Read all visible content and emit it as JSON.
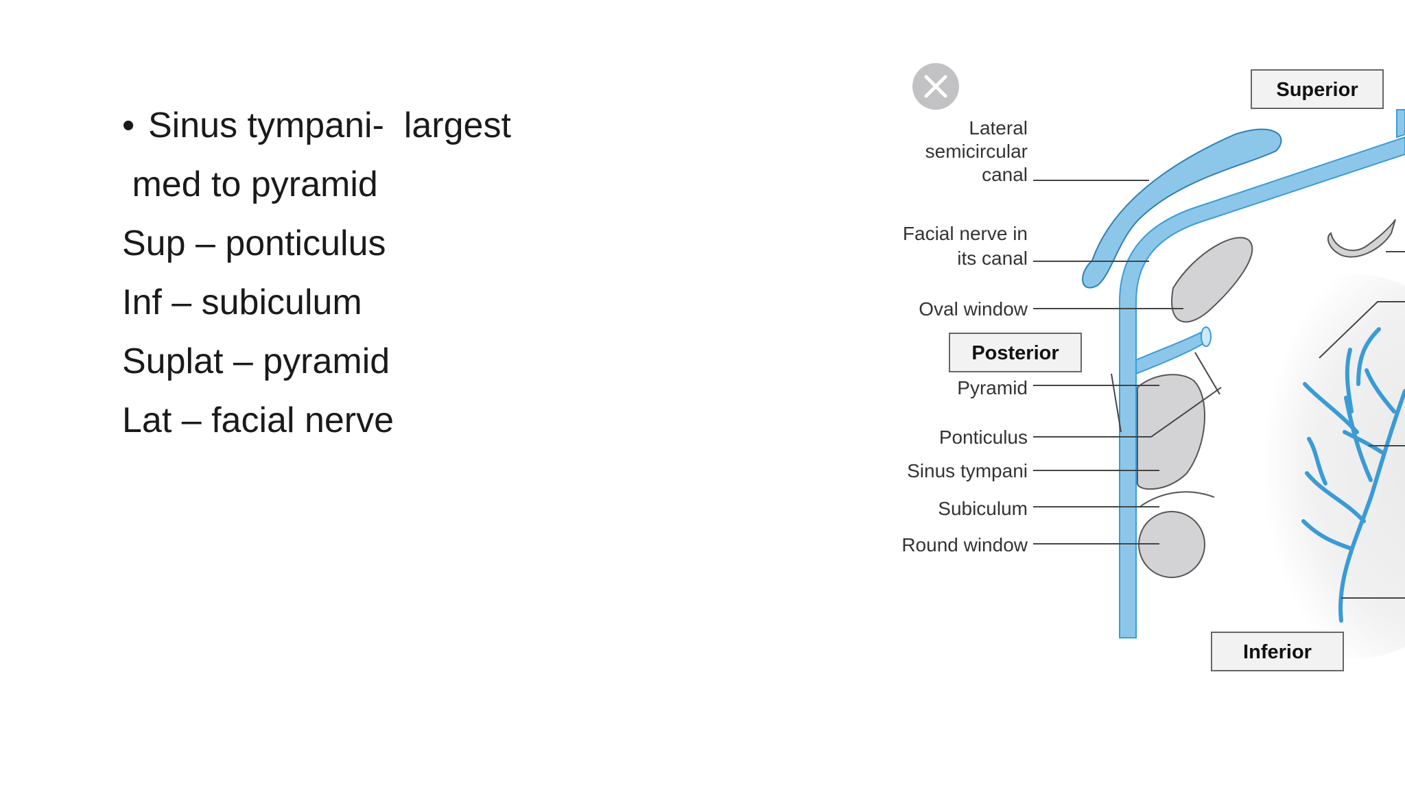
{
  "slide": {
    "bullet_symbol": "•",
    "lines": [
      "Sinus tympani-  largest",
      " med to pyramid",
      "Sup – ponticulus",
      "Inf – subiculum",
      "Suplat – pyramid",
      "Lat – facial nerve"
    ]
  },
  "figure": {
    "close_icon": "close-icon",
    "orientation": {
      "superior": "Superior",
      "posterior": "Posterior",
      "inferior": "Inferior"
    },
    "labels": {
      "lateral_1": "Lateral",
      "lateral_2": "semicircular",
      "lateral_3": "canal",
      "facial_1": "Facial nerve in",
      "facial_2": "its canal",
      "oval_window": "Oval window",
      "pyramid": "Pyramid",
      "ponticulus": "Ponticulus",
      "sinus_tympani": "Sinus tympani",
      "subiculum": "Subiculum",
      "round_window": "Round window"
    },
    "colors": {
      "nerve_blue": "#8cc7ea",
      "nerve_stroke": "#3a9bd5",
      "structure_gray": "#d3d3d6",
      "label_text": "#333333"
    }
  }
}
